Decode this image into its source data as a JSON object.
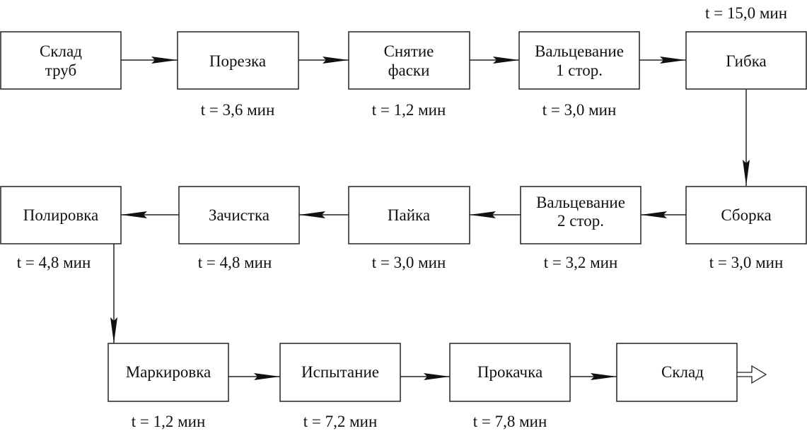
{
  "steps": {
    "sklad_trub": {
      "line1": "Склад",
      "line2": "труб"
    },
    "porezka": {
      "label": "Порезка",
      "time": "t = 3,6 мин"
    },
    "snyatie": {
      "line1": "Снятие",
      "line2": "фаски",
      "time": "t = 1,2 мин"
    },
    "valts1": {
      "line1": "Вальцевание",
      "line2": "1 стор.",
      "time": "t = 3,0 мин"
    },
    "gibka": {
      "label": "Гибка",
      "time": "t = 15,0 мин"
    },
    "sborka": {
      "label": "Сборка",
      "time": "t = 3,0 мин"
    },
    "valts2": {
      "line1": "Вальцевание",
      "line2": "2 стор.",
      "time": "t = 3,2 мин"
    },
    "payka": {
      "label": "Пайка",
      "time": "t = 3,0 мин"
    },
    "zachistka": {
      "label": "Зачистка",
      "time": "t = 4,8 мин"
    },
    "polirovka": {
      "label": "Полировка",
      "time": "t = 4,8 мин"
    },
    "markirovka": {
      "label": "Маркировка",
      "time": "t = 1,2 мин"
    },
    "ispytanie": {
      "label": "Испытание",
      "time": "t = 7,2 мин"
    },
    "prokachka": {
      "label": "Прокачка",
      "time": "t = 7,8 мин"
    },
    "sklad": {
      "label": "Склад"
    }
  }
}
